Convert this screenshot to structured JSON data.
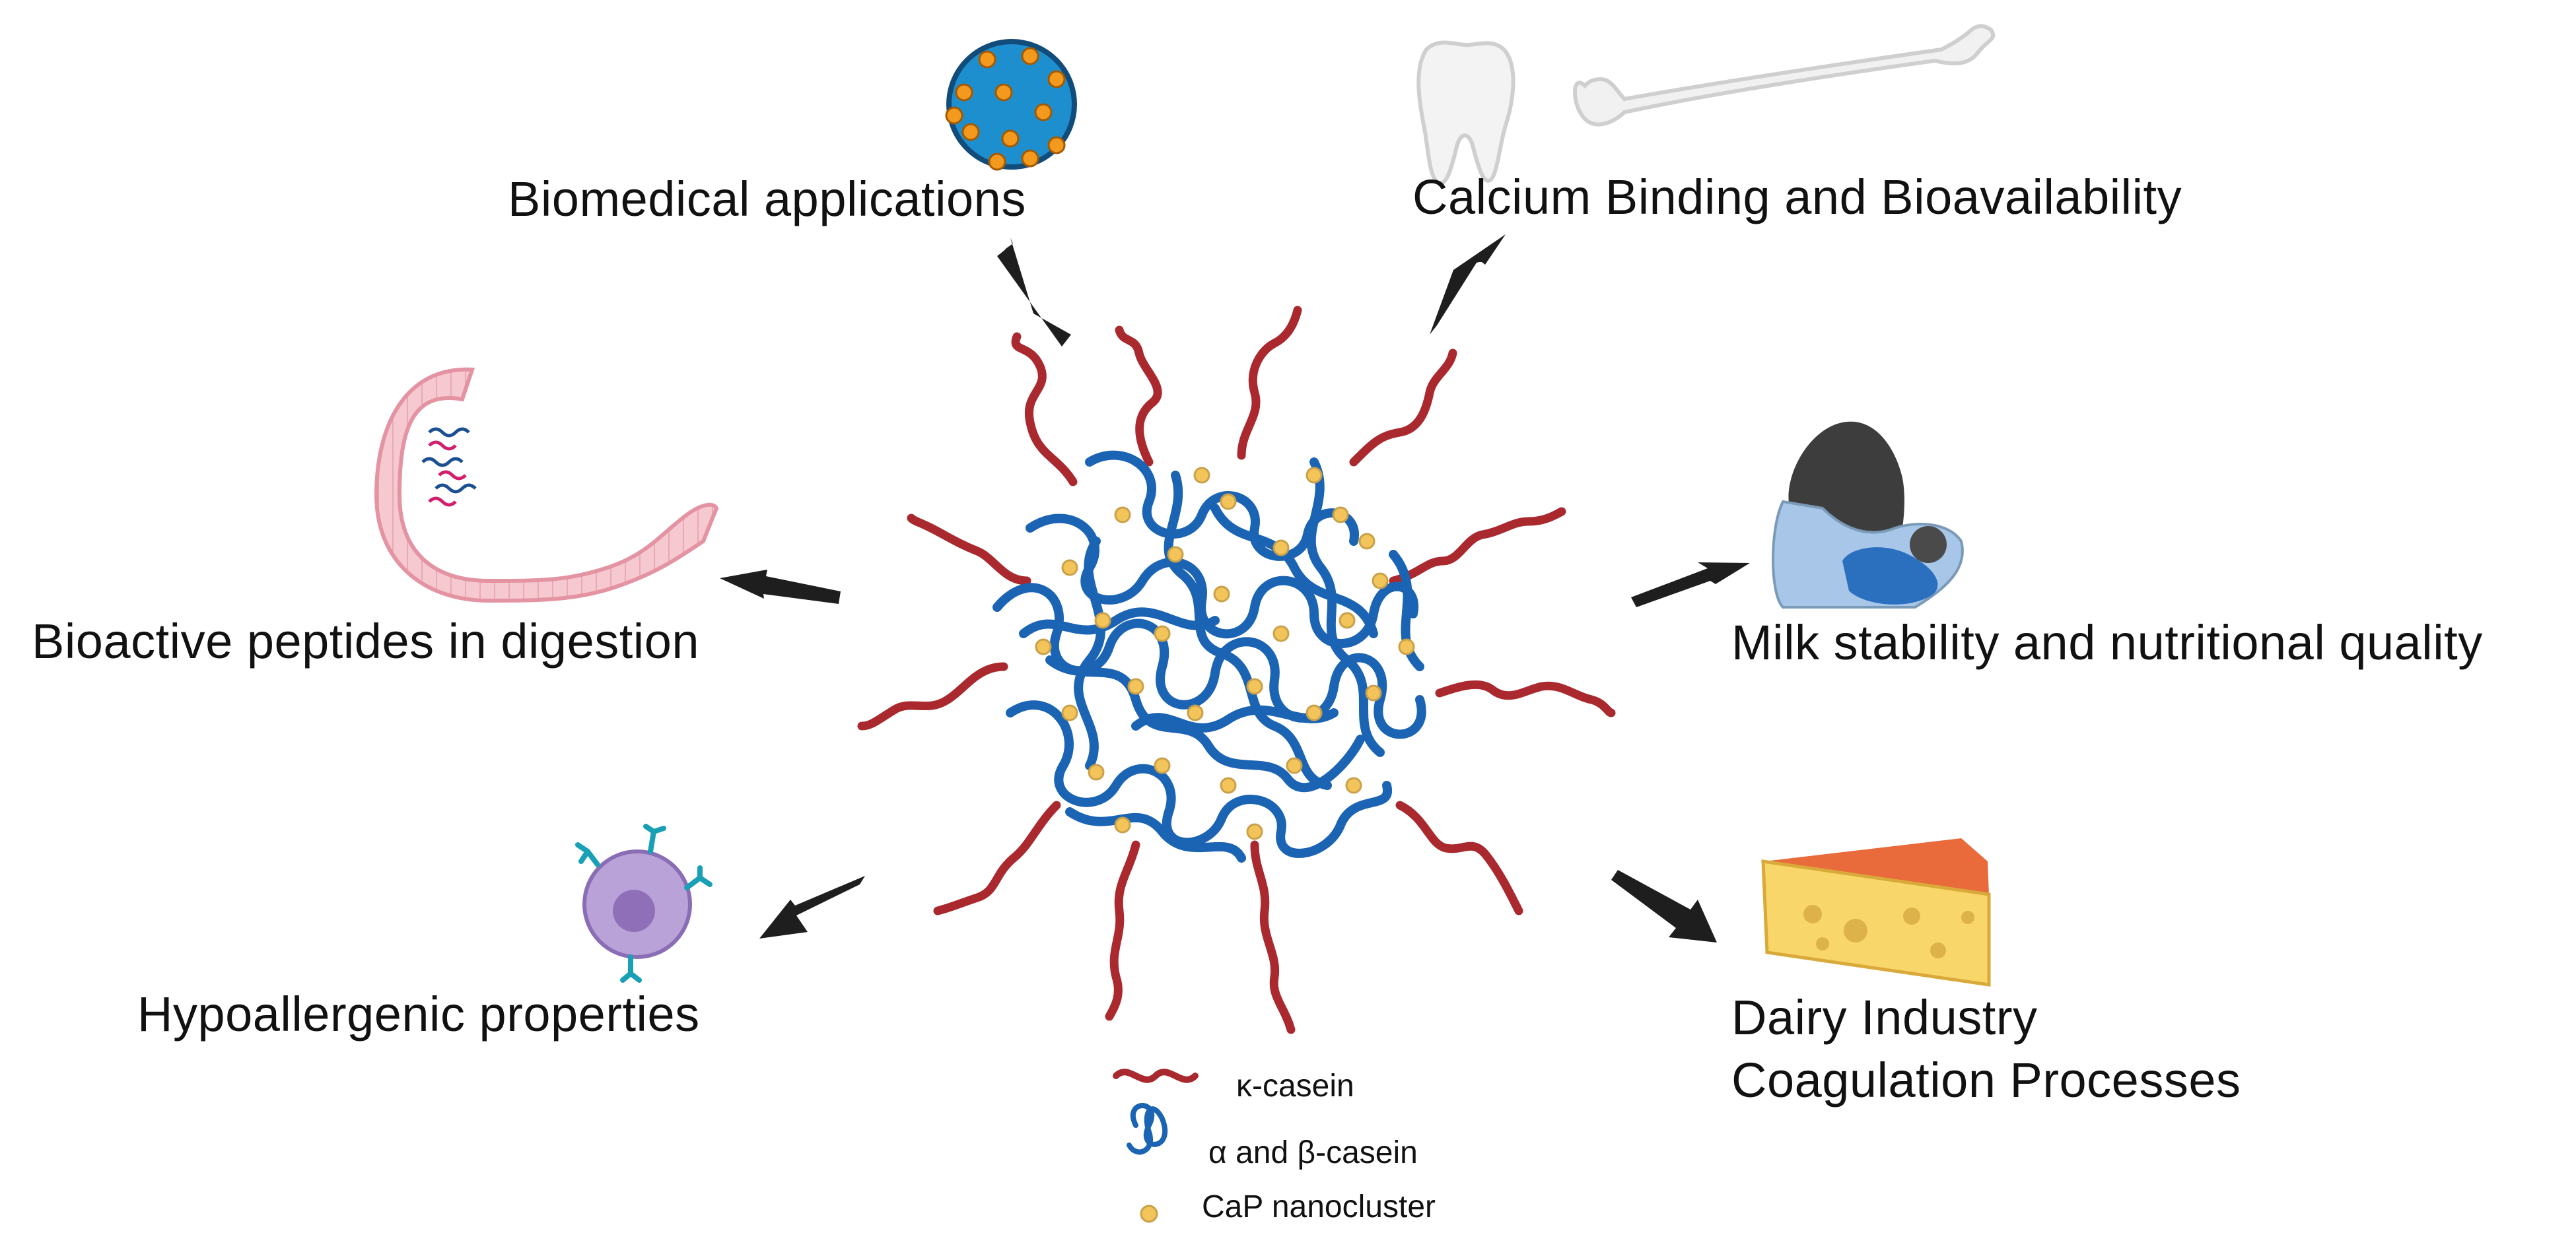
{
  "labels": {
    "biomedical": "Biomedical applications",
    "calcium": "Calcium Binding and Bioavailability",
    "peptides": "Bioactive peptides in digestion",
    "milk": "Milk stability and nutritional quality",
    "hypoallergenic": "Hypoallergenic properties",
    "dairy_line1": "Dairy Industry",
    "dairy_line2": "Coagulation Processes"
  },
  "legend": {
    "kappa": "κ-casein",
    "alpha_beta": "α and β-casein",
    "cap": "CaP nanocluster"
  },
  "colors": {
    "kappa_casein": "#a9292e",
    "alpha_beta_casein": "#1b63b3",
    "cap_nanocluster": "#f3c45a",
    "arrow": "#1e1e1e"
  },
  "icons": [
    "nanoparticle-icon",
    "tooth-icon",
    "bone-icon",
    "intestine-icon",
    "mother-baby-icon",
    "immune-cell-icon",
    "cheese-icon"
  ]
}
